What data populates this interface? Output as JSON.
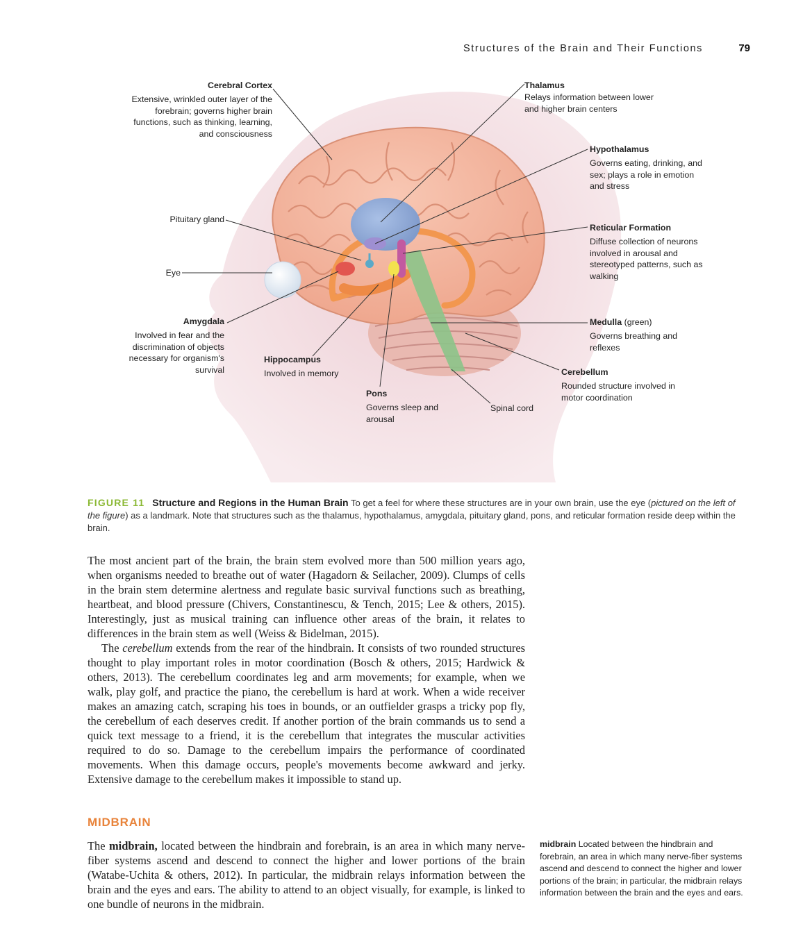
{
  "header": {
    "running_title": "Structures of the Brain and Their Functions",
    "page_number": "79"
  },
  "figure": {
    "labels": {
      "cerebral_cortex": {
        "title": "Cerebral Cortex",
        "desc": "Extensive, wrinkled outer layer of the forebrain; governs higher brain functions, such as thinking, learning, and consciousness"
      },
      "thalamus": {
        "title": "Thalamus",
        "desc": "Relays information between lower and higher brain centers"
      },
      "hypothalamus": {
        "title": "Hypothalamus",
        "desc": "Governs eating, drinking, and sex; plays a role in emotion and stress"
      },
      "pituitary_gland": {
        "title": "Pituitary gland"
      },
      "reticular_formation": {
        "title": "Reticular Formation",
        "desc": "Diffuse collection of neurons involved in arousal and stereotyped patterns, such as walking"
      },
      "eye": {
        "title": "Eye"
      },
      "amygdala": {
        "title": "Amygdala",
        "desc": "Involved in fear and the discrimination of objects necessary for organism's survival"
      },
      "medulla": {
        "title": "Medulla",
        "note": "(green)",
        "desc": "Governs breathing and reflexes"
      },
      "hippocampus": {
        "title": "Hippocampus",
        "desc": "Involved in memory"
      },
      "cerebellum": {
        "title": "Cerebellum",
        "desc": "Rounded structure involved in motor coordination"
      },
      "pons": {
        "title": "Pons",
        "desc": "Governs sleep and arousal"
      },
      "spinal_cord": {
        "title": "Spinal cord"
      }
    },
    "colors": {
      "head_silhouette": "#f3dde2",
      "cortex": "#f3b49d",
      "thalamus": "#8ea9d6",
      "limbic": "#f2974f",
      "medulla": "#8cc48a",
      "cerebellum": "#e7b7b0",
      "amygdala": "#e2564f",
      "pituitary": "#5aa9c8",
      "reticular": "#c25aa0",
      "eye": "#e3edf6"
    }
  },
  "caption": {
    "figure_number": "FIGURE 11",
    "title": "Structure and Regions in the Human Brain",
    "text_1": "To get a feel for where these structures are in your own brain, use the eye (",
    "text_italic": "pictured on the left of the figure",
    "text_2": ") as a landmark. Note that structures such as the thalamus, hypothalamus, amygdala, pituitary gland, pons, and reticular formation reside deep within the brain."
  },
  "body": {
    "para_1": "The most ancient part of the brain, the brain stem evolved more than 500 million years ago, when organisms needed to breathe out of water (Hagadorn & Seilacher, 2009). Clumps of cells in the brain stem determine alertness and regulate basic survival functions such as breathing, heartbeat, and blood pressure (Chivers, Constantinescu, & Tench, 2015; Lee & others, 2015). Interestingly, just as musical training can influence other areas of the brain, it relates to differences in the brain stem as well (Weiss & Bidelman, 2015).",
    "para_2_start": "The ",
    "para_2_term": "cerebellum",
    "para_2_rest": " extends from the rear of the hindbrain. It consists of two rounded structures thought to play important roles in motor coordination (Bosch & others, 2015; Hardwick & others, 2013). The cerebellum coordinates leg and arm movements; for example, when we walk, play golf, and practice the piano, the cerebellum is hard at work. When a wide receiver makes an amazing catch, scraping his toes in bounds, or an outfielder grasps a tricky pop fly, the cerebellum of each deserves credit. If another portion of the brain commands us to send a quick text message to a friend, it is the cerebellum that integrates the muscular activities required to do so. Damage to the cerebellum impairs the performance of coordinated movements. When this damage occurs, people's movements become awkward and jerky. Extensive damage to the cerebellum makes it impossible to stand up.",
    "section_heading": "MIDBRAIN",
    "para_3_start": "The ",
    "para_3_term": "midbrain,",
    "para_3_rest": " located between the hindbrain and forebrain, is an area in which many nerve-fiber systems ascend and descend to connect the higher and lower portions of the brain (Watabe-Uchita & others, 2012). In particular, the midbrain relays information between the brain and the eyes and ears. The ability to attend to an object visually, for example, is linked to one bundle of neurons in the midbrain."
  },
  "glossary": {
    "term": "midbrain",
    "definition": " Located between the hindbrain and forebrain, an area in which many nerve-fiber systems ascend and descend to connect the higher and lower portions of the brain; in particular, the midbrain relays information between the brain and the eyes and ears."
  }
}
